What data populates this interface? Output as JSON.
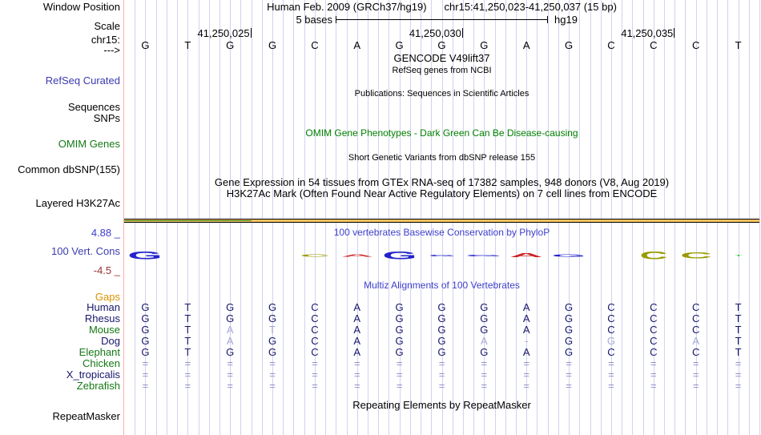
{
  "header": {
    "window_position_label": "Window Position",
    "assembly_title": "Human Feb. 2009 (GRCh37/hg19)",
    "position_range": "chr15:41,250,023-41,250,037 (15 bp)",
    "scale_label": "Scale",
    "scale_text": "5 bases",
    "assembly_tag": "hg19",
    "chrom_label": "chr15:",
    "strand_arrow": "--->",
    "coordinate_ticks": [
      {
        "label": "41,250,025",
        "column": 3
      },
      {
        "label": "41,250,030",
        "column": 8
      },
      {
        "label": "41,250,035",
        "column": 13
      }
    ],
    "sequence": [
      "G",
      "T",
      "G",
      "G",
      "C",
      "A",
      "G",
      "G",
      "G",
      "A",
      "G",
      "C",
      "C",
      "C",
      "T"
    ]
  },
  "tracks": {
    "gencode": {
      "title": "GENCODE V49lift37",
      "subtitle": "RefSeq genes from NCBI",
      "left_label": "RefSeq Curated"
    },
    "publications": {
      "title": "Publications: Sequences in Scientific Articles",
      "left_label_sequences": "Sequences",
      "left_label_snps": "SNPs"
    },
    "omim": {
      "title": "OMIM Gene Phenotypes - Dark Green Can Be Disease-causing",
      "left_label": "OMIM Genes"
    },
    "dbsnp": {
      "title": "Short Genetic Variants from dbSNP release 155",
      "left_label": "Common dbSNP(155)"
    },
    "gtex": {
      "title": "Gene Expression in 54 tissues from GTEx RNA-seq of 17382 samples, 948 donors (V8, Aug 2019)"
    },
    "h3k27ac": {
      "title": "H3K27Ac Mark (Often Found Near Active Regulatory Elements) on 7 cell lines from ENCODE",
      "left_label": "Layered H3K27Ac",
      "line_colors": {
        "orange": "#fbc25e",
        "green": "#2f8f2f",
        "black": "#000000"
      }
    },
    "conservation": {
      "title": "100 vertebrates Basewise Conservation by PhyloP",
      "left_label": "100 Vert. Cons",
      "scale_max": "4.88 _",
      "scale_min": "-4.5 _",
      "glyphs": [
        {
          "column": 1,
          "base": "G",
          "color": "#2222cc",
          "w": 43,
          "h": 10
        },
        {
          "column": 5,
          "base": "C",
          "color": "#9a9a00",
          "w": 37,
          "h": 3
        },
        {
          "column": 6,
          "base": "A",
          "color": "#cc2222",
          "w": 38,
          "h": 3
        },
        {
          "column": 7,
          "base": "G",
          "color": "#2222cc",
          "w": 43,
          "h": 10
        },
        {
          "column": 8,
          "base": "G",
          "color": "#2222cc",
          "w": 33,
          "h": 2
        },
        {
          "column": 9,
          "base": "G",
          "color": "#2222cc",
          "w": 45,
          "h": 2
        },
        {
          "column": 10,
          "base": "A",
          "color": "#cc2222",
          "w": 39,
          "h": 5
        },
        {
          "column": 11,
          "base": "G",
          "color": "#2222cc",
          "w": 43,
          "h": 3
        },
        {
          "column": 13,
          "base": "C",
          "color": "#9a9a00",
          "w": 35,
          "h": 10
        },
        {
          "column": 14,
          "base": "C",
          "color": "#9a9a00",
          "w": 40,
          "h": 8
        },
        {
          "column": 15,
          "base": "T",
          "color": "#33cc33",
          "w": 8,
          "h": 2
        }
      ]
    },
    "multiz": {
      "title": "Multiz Alignments of 100 Vertebrates",
      "gaps_label": "Gaps",
      "rows": [
        {
          "species": "Human",
          "label_color": "#17176b",
          "bases": [
            "G",
            "T",
            "G",
            "G",
            "C",
            "A",
            "G",
            "G",
            "G",
            "A",
            "G",
            "C",
            "C",
            "C",
            "T"
          ],
          "faded": []
        },
        {
          "species": "Rhesus",
          "label_color": "#17176b",
          "bases": [
            "G",
            "T",
            "G",
            "G",
            "C",
            "A",
            "G",
            "G",
            "G",
            "A",
            "G",
            "C",
            "C",
            "C",
            "T"
          ],
          "faded": []
        },
        {
          "species": "Mouse",
          "label_color": "#157815",
          "bases": [
            "G",
            "T",
            "A",
            "T",
            "C",
            "A",
            "G",
            "G",
            "G",
            "A",
            "G",
            "C",
            "C",
            "C",
            "T"
          ],
          "faded": [
            2,
            3
          ]
        },
        {
          "species": "Dog",
          "label_color": "#17176b",
          "bases": [
            "G",
            "T",
            "A",
            "G",
            "C",
            "A",
            "G",
            "G",
            "A",
            "-",
            "G",
            "G",
            "C",
            "A",
            "T"
          ],
          "faded": [
            2,
            8,
            9,
            11,
            13
          ]
        },
        {
          "species": "Elephant",
          "label_color": "#157815",
          "bases": [
            "G",
            "T",
            "G",
            "G",
            "C",
            "A",
            "G",
            "G",
            "G",
            "A",
            "G",
            "C",
            "C",
            "C",
            "T"
          ],
          "faded": []
        },
        {
          "species": "Chicken",
          "label_color": "#157815",
          "bases": [
            "=",
            "=",
            "=",
            "=",
            "=",
            "=",
            "=",
            "=",
            "=",
            "=",
            "=",
            "=",
            "=",
            "=",
            "="
          ],
          "faded": []
        },
        {
          "species": "X_tropicalis",
          "label_color": "#17176b",
          "bases": [
            "=",
            "=",
            "=",
            "=",
            "=",
            "=",
            "=",
            "=",
            "=",
            "=",
            "=",
            "=",
            "=",
            "=",
            "="
          ],
          "faded": []
        },
        {
          "species": "Zebrafish",
          "label_color": "#157815",
          "bases": [
            "=",
            "=",
            "=",
            "=",
            "=",
            "=",
            "=",
            "=",
            "=",
            "=",
            "=",
            "=",
            "=",
            "=",
            "="
          ],
          "faded": []
        }
      ]
    },
    "repeatmasker": {
      "title": "Repeating Elements by RepeatMasker",
      "left_label": "RepeatMasker"
    }
  },
  "colors": {
    "grid_line": "#d2d2ef",
    "cursor_line": "#ffadad",
    "track_label_blue": "#3b3bb0",
    "track_label_green": "#157815",
    "gaps_orange": "#de9000",
    "center_title_blue": "#3d3dcc",
    "omim_green": "#008000",
    "scale_min_maroon": "#993333",
    "base_navy": "#17176b",
    "base_faded": "#a8a8d8",
    "eq_mark": "#9191cb"
  }
}
